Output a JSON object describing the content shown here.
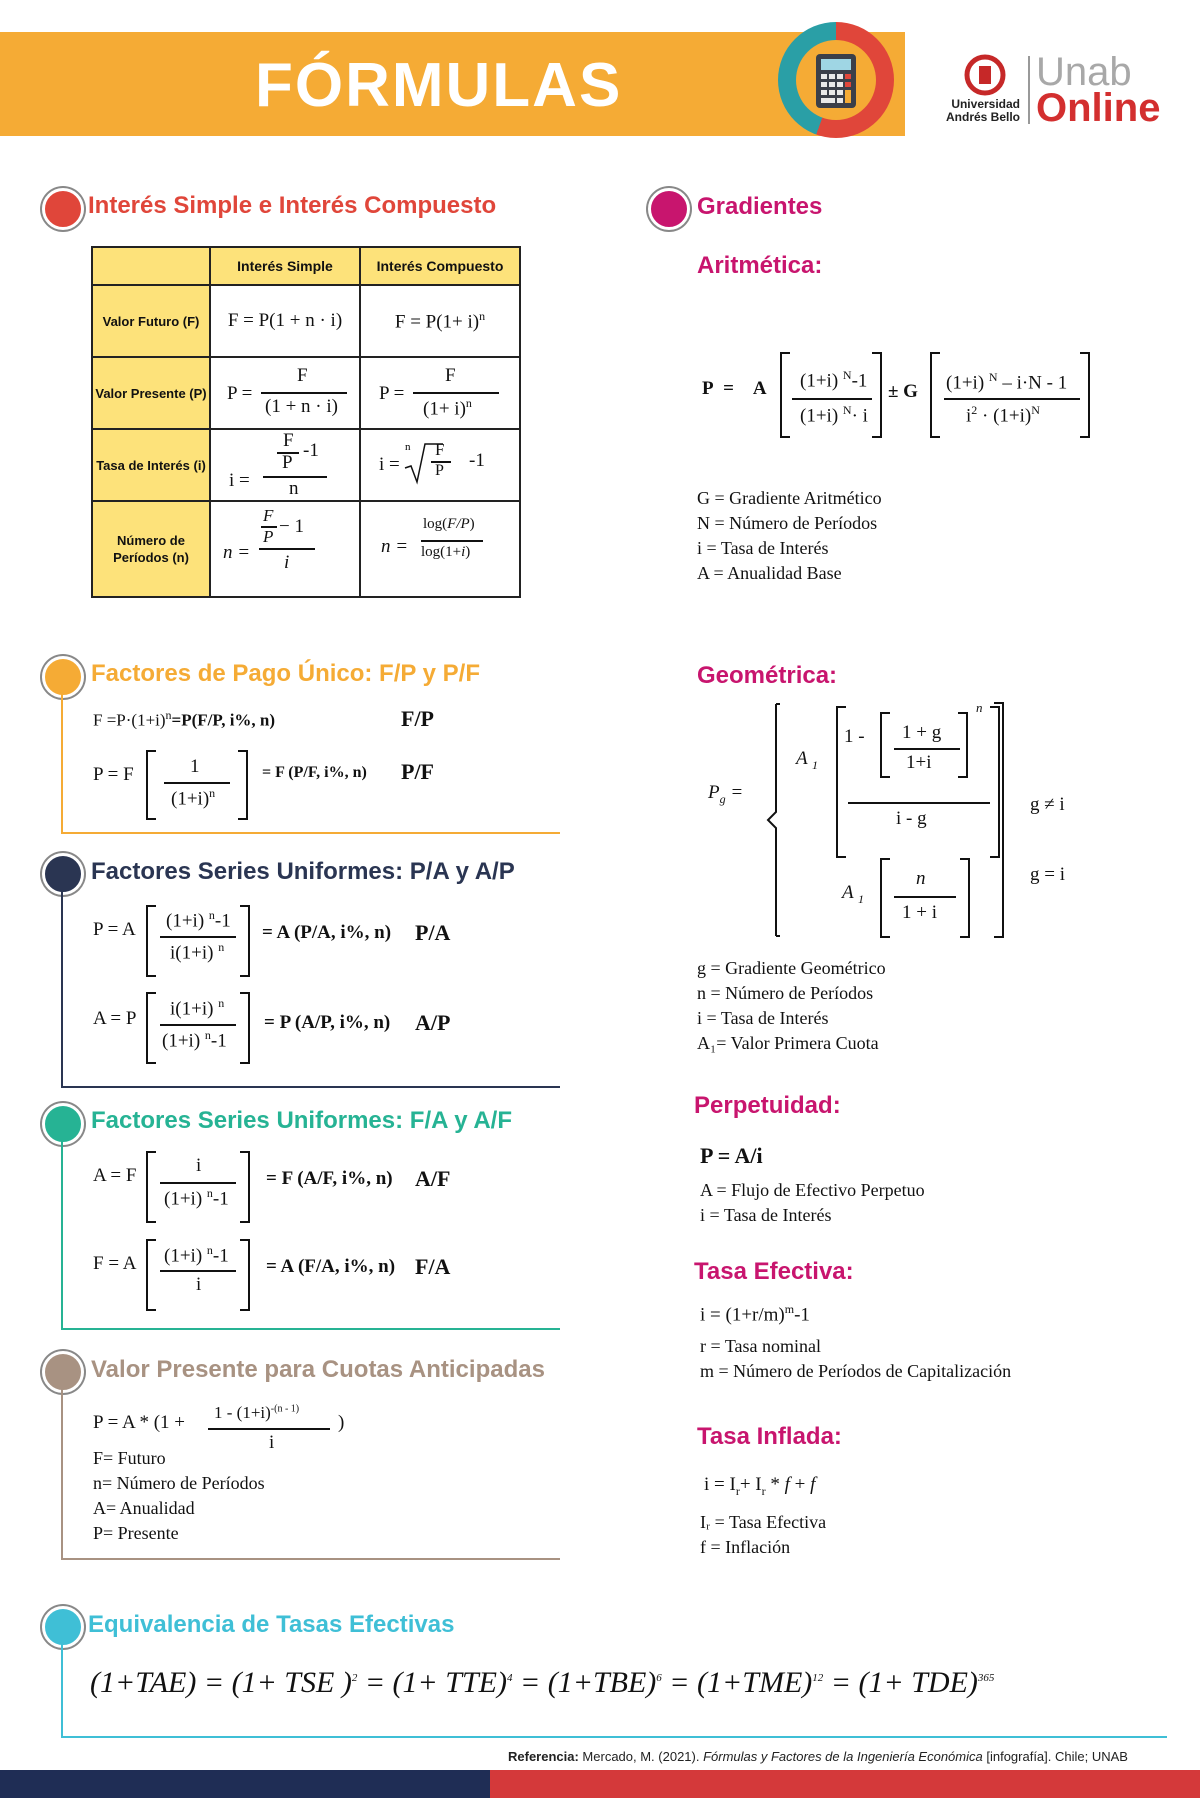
{
  "header": {
    "title": "FÓRMULAS",
    "logo_uni": "Universidad\nAndrés Bello",
    "logo_top": "Unab",
    "logo_bottom": "Online"
  },
  "colors": {
    "orange": "#f5ab35",
    "red": "#e0463a",
    "magenta": "#c8156e",
    "navy": "#2a3552",
    "teal": "#26b394",
    "taupe": "#a89282",
    "cyan": "#3fbfd6"
  },
  "sections": {
    "simple": {
      "title": "Interés Simple e Interés Compuesto",
      "table": {
        "col1": "Interés Simple",
        "col2": "Interés Compuesto",
        "rows": [
          "Valor Futuro (F)",
          "Valor Presente (P)",
          "Tasa de Interés (i)",
          "Número de Períodos (n)"
        ]
      }
    },
    "unico": {
      "title": "Factores de Pago Único: F/P y P/F",
      "tag1": "F/P",
      "tag2": "P/F",
      "eq1": "F =P·(1+i)",
      "eq1b": "=P(F/P, i%, n)",
      "eq2": "= F (P/F, i%, n)"
    },
    "uniformes1": {
      "title": "Factores Series Uniformes:  P/A y A/P",
      "tag1": "P/A",
      "tag2": "A/P",
      "eq1": "= A (P/A, i%, n)",
      "eq2": "= P (A/P, i%, n)"
    },
    "uniformes2": {
      "title": "Factores Series Uniformes: F/A y A/F",
      "tag1": "A/F",
      "tag2": "F/A",
      "eq1": "= F (A/F, i%, n)",
      "eq2": "= A (F/A, i%, n)"
    },
    "anticipadas": {
      "title": "Valor Presente para Cuotas Anticipadas",
      "defs": [
        "F= Futuro",
        "n= Número de Períodos",
        "A= Anualidad",
        "P= Presente"
      ]
    },
    "equivalencia": {
      "title": "Equivalencia de Tasas Efectivas"
    },
    "gradientes": {
      "title": "Gradientes",
      "aritmetica": "Aritmética:",
      "geometrica": "Geométrica:",
      "defs_arit": [
        "G = Gradiente Aritmético",
        "N = Número de Períodos",
        "i = Tasa de Interés",
        "A = Anualidad Base"
      ],
      "defs_geo": [
        "g = Gradiente Geométrico",
        "n = Número de Períodos",
        "i = Tasa de Interés",
        "A₁= Valor Primera Cuota"
      ],
      "cond1": "g ≠ i",
      "cond2": "g = i"
    },
    "perpetuidad": {
      "title": "Perpetuidad:",
      "formula": "P = A/i",
      "defs": [
        "A = Flujo de Efectivo Perpetuo",
        "i = Tasa de Interés"
      ]
    },
    "efectiva": {
      "title": "Tasa Efectiva:",
      "defs": [
        "r = Tasa nominal",
        "m = Número de Períodos de Capitalización"
      ]
    },
    "inflada": {
      "title": "Tasa Inflada:",
      "defs": [
        "Iᵣ = Tasa Efectiva",
        "f = Inflación"
      ]
    }
  },
  "reference": {
    "label": "Referencia:",
    "text": " Mercado, M. (2021). ",
    "work": "Fórmulas y Factores de la Ingeniería Económica",
    "tail": " [infografía]. Chile; UNAB"
  }
}
